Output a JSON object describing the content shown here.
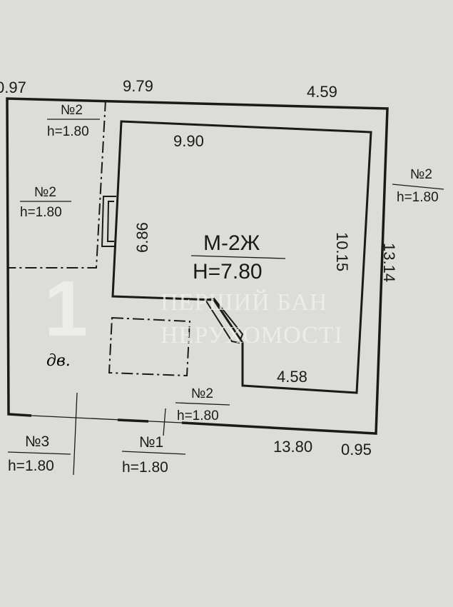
{
  "plan": {
    "dimensions": {
      "top_left": "0.97",
      "top_mid": "9.79",
      "top_right": "4.59",
      "inner_top": "9.90",
      "inner_left": "6.86",
      "inner_right": "10.15",
      "outer_right": "13.14",
      "inner_bottom": "4.58",
      "outer_bottom": "13.80",
      "bottom_right": "0.95"
    },
    "building": {
      "code": "М-2Ж",
      "height": "Н=7.80"
    },
    "yard_label": "дв.",
    "fences": [
      {
        "number": "№2",
        "height": "h=1.80"
      },
      {
        "number": "№2",
        "height": "h=1.80"
      },
      {
        "number": "№2",
        "height": "h=1.80"
      },
      {
        "number": "№2",
        "height": "h=1.80"
      },
      {
        "number": "№3",
        "height": "h=1.80"
      },
      {
        "number": "№1",
        "height": "h=1.80"
      }
    ]
  },
  "watermark": {
    "logo": "1",
    "line1": "ПЕРШИЙ БАН",
    "line2": "НЕРУХОМОСТІ"
  }
}
